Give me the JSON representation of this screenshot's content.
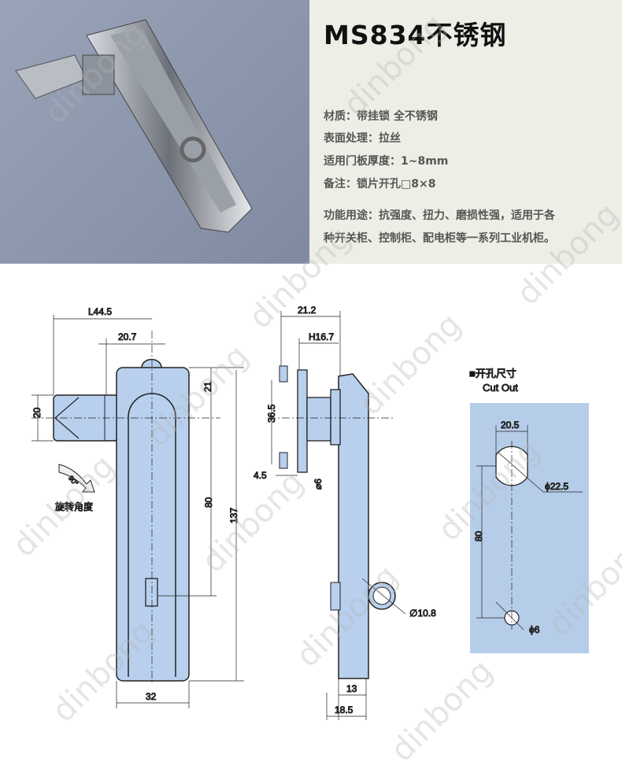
{
  "title": "MS834不锈钢",
  "specs": [
    "材质：带挂锁 全不锈钢",
    "表面处理：拉丝",
    "适用门板厚度：1~8mm",
    "备注：锁片开孔□8×8"
  ],
  "usage": [
    "功能用途：抗强度、扭力、磨损性强，适用于各",
    "种开关柜、控制柜、配电柜等一系列工业机柜。"
  ],
  "front": {
    "L": "L44.5",
    "d207": "20.7",
    "d20": "20",
    "d21": "21",
    "d80": "80",
    "d137": "137",
    "d32": "32",
    "rot_angle": "90°",
    "rot_label": "旋转角度"
  },
  "side": {
    "d212": "21.2",
    "h167": "H16.7",
    "d365": "36.5",
    "d45": "4.5",
    "phi6": "⌀6",
    "phi108": "∅10.8",
    "d13": "13",
    "d185": "18.5"
  },
  "cutout": {
    "title": "■开孔尺寸",
    "subtitle": "Cut Out",
    "d205": "20.5",
    "phi225": "ϕ22.5",
    "d80": "80",
    "phi6": "ϕ6"
  },
  "watermark": "dinbong"
}
